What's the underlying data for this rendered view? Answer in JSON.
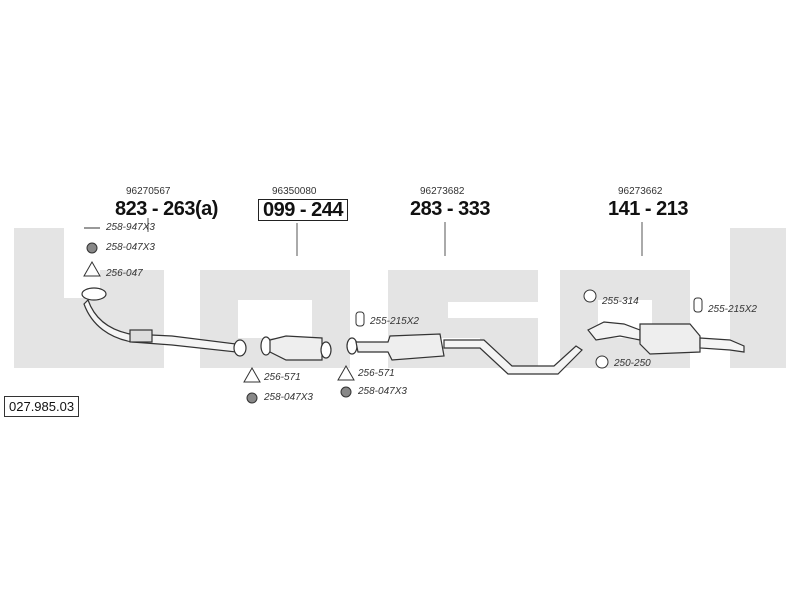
{
  "brand": {
    "text": "bosal",
    "color": "#e2e2e2"
  },
  "catalog_number": "027.985.03",
  "groups": [
    {
      "oem": "96270567",
      "code": "823 - 263(a)",
      "boxed": false
    },
    {
      "oem": "96350080",
      "code": "099 - 244",
      "boxed": true
    },
    {
      "oem": "96273682",
      "code": "283 - 333",
      "boxed": false
    },
    {
      "oem": "96273662",
      "code": "141 - 213",
      "boxed": false
    }
  ],
  "parts": [
    {
      "id": "258-947X3",
      "label": "258-947X3"
    },
    {
      "id": "258-047X3-a",
      "label": "258-047X3"
    },
    {
      "id": "256-047",
      "label": "256-047"
    },
    {
      "id": "256-571-a",
      "label": "256-571"
    },
    {
      "id": "258-047X3-b",
      "label": "258-047X3"
    },
    {
      "id": "255-215X2-a",
      "label": "255-215X2"
    },
    {
      "id": "256-571-b",
      "label": "256-571"
    },
    {
      "id": "258-047X3-c",
      "label": "258-047X3"
    },
    {
      "id": "255-314",
      "label": "255-314"
    },
    {
      "id": "250-250",
      "label": "250-250"
    },
    {
      "id": "255-215X2-b",
      "label": "255-215X2"
    }
  ]
}
